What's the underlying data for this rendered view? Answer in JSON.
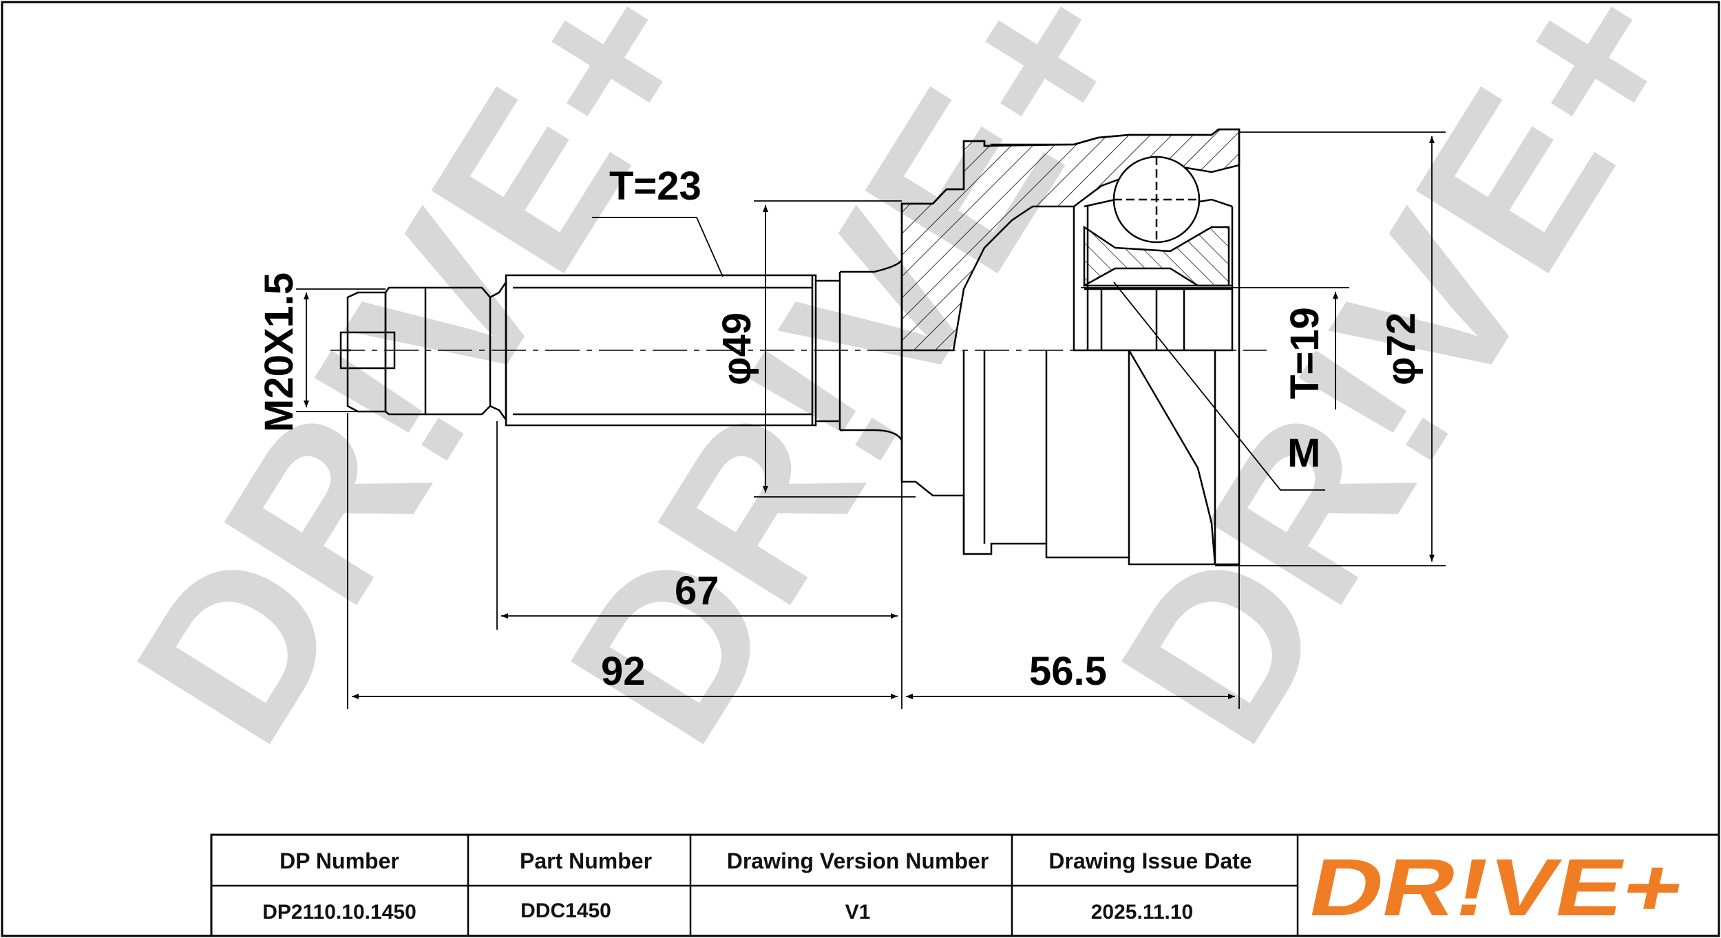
{
  "watermark": "DR!VE+",
  "dimensions": {
    "thread": "M20X1.5",
    "spline_teeth_shaft": "T=23",
    "diameter_shaft": "φ49",
    "spline_teeth_bore": "T=19",
    "diameter_housing": "φ72",
    "marker": "M",
    "length_67": "67",
    "length_92": "92",
    "length_56_5": "56.5"
  },
  "title_block": {
    "headers": {
      "dp_number": "DP Number",
      "part_number": "Part Number",
      "drawing_version": "Drawing Version Number",
      "issue_date": "Drawing Issue Date"
    },
    "values": {
      "dp_number": "DP2110.10.1450",
      "part_number": "DDC1450",
      "drawing_version": "V1",
      "issue_date": "2025.11.10"
    },
    "logo": "DR!VE+"
  },
  "colors": {
    "logo_orange": "#f07d24",
    "watermark_gray": "#d8d8d8",
    "line": "#000000"
  }
}
